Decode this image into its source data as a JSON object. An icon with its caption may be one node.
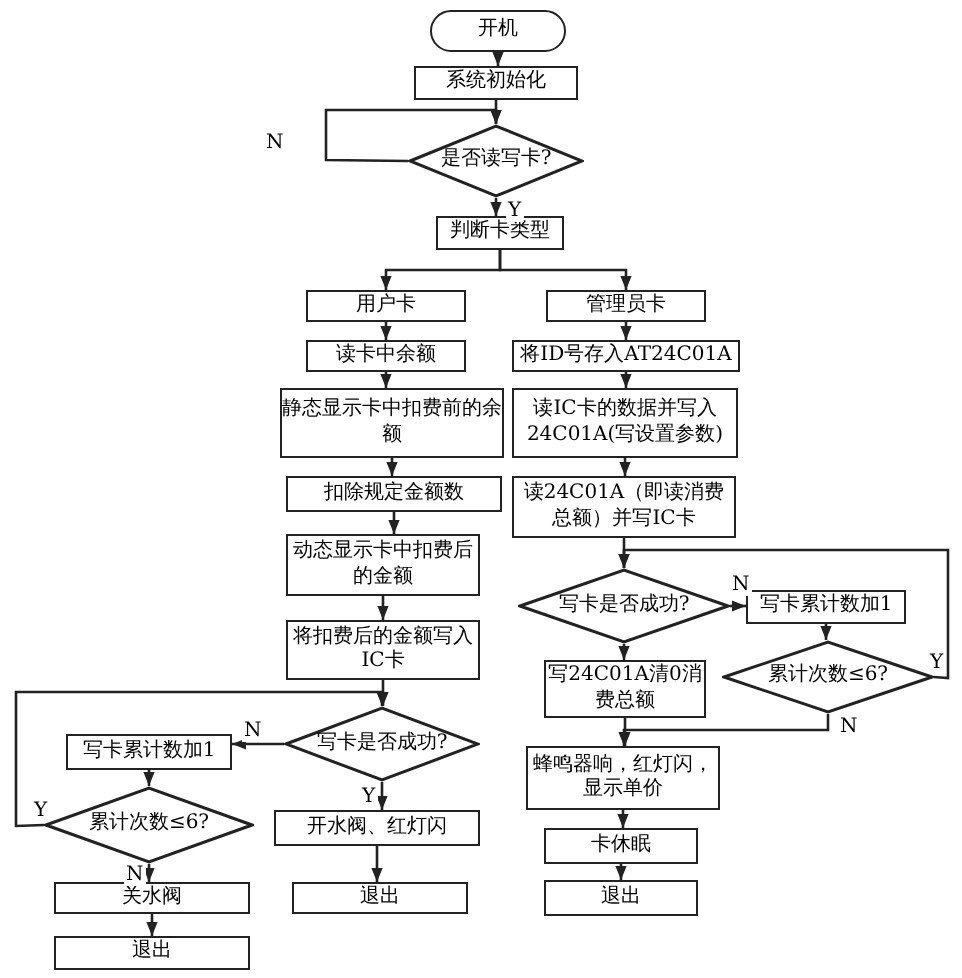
{
  "diagram": {
    "nodes": [
      {
        "text": [
          "开机"
        ]
      },
      {
        "text": [
          "系统初始化"
        ]
      },
      {
        "text": [
          "是否读写卡?"
        ]
      },
      {
        "text": [
          "判断卡类型"
        ]
      },
      {
        "text": [
          "用户卡"
        ]
      },
      {
        "text": [
          "管理员卡"
        ]
      },
      {
        "text": [
          "读卡中余额"
        ]
      },
      {
        "text": [
          "将ID号存入AT24C01A"
        ]
      },
      {
        "text": [
          "静态显示卡中扣费前的余额"
        ]
      },
      {
        "text": [
          "读IC卡的数据并写入24C01A(写设置参数)"
        ]
      },
      {
        "text": [
          "扣除规定金额数"
        ]
      },
      {
        "text": [
          "读24C01A（即读消费总额）并写IC卡"
        ]
      },
      {
        "text": [
          "动态显示卡中扣费后的金额"
        ]
      },
      {
        "text": [
          "写卡是否成功?"
        ]
      },
      {
        "text": [
          "写卡累计数加1"
        ]
      },
      {
        "text": [
          "将扣费后的金额写入IC卡"
        ]
      },
      {
        "text": [
          "写24C01A清0消费总额"
        ]
      },
      {
        "text": [
          "累计次数≤6?"
        ]
      },
      {
        "text": [
          "写卡累计数加1"
        ]
      },
      {
        "text": [
          "写卡是否成功?"
        ]
      },
      {
        "text": [
          "蜂鸣器响，红灯闪，显示单价"
        ]
      },
      {
        "text": [
          "累计次数≤6?"
        ]
      },
      {
        "text": [
          "开水阀、红灯闪"
        ]
      },
      {
        "text": [
          "卡休眠"
        ]
      },
      {
        "text": [
          "关水阀"
        ]
      },
      {
        "text": [
          "退出"
        ]
      },
      {
        "text": [
          "退出"
        ]
      },
      {
        "text": [
          "退出"
        ]
      }
    ],
    "edges": [
      {
        "from": 0,
        "to": 1,
        "arrow": "to"
      },
      {
        "from": 1,
        "to": 2,
        "arrow": "to"
      },
      {
        "from": 2,
        "to": 2,
        "arrow": "to",
        "label": "N"
      },
      {
        "from": 2,
        "to": 3,
        "arrow": "to",
        "label": "Y"
      },
      {
        "from": 3,
        "to": 4,
        "arrow": "to"
      },
      {
        "from": 3,
        "to": 5,
        "arrow": "to"
      },
      {
        "from": 4,
        "to": 6,
        "arrow": "to"
      },
      {
        "from": 6,
        "to": 8,
        "arrow": "to"
      },
      {
        "from": 8,
        "to": 10,
        "arrow": "to"
      },
      {
        "from": 10,
        "to": 12,
        "arrow": "to"
      },
      {
        "from": 12,
        "to": 15,
        "arrow": "to"
      },
      {
        "from": 15,
        "to": 19,
        "arrow": "to"
      },
      {
        "from": 19,
        "to": 18,
        "arrow": "to",
        "label": "N"
      },
      {
        "from": 18,
        "to": 21,
        "arrow": "to"
      },
      {
        "from": 21,
        "to": 19,
        "arrow": "to",
        "label": "Y"
      },
      {
        "from": 21,
        "to": 24,
        "arrow": "to",
        "label": "N"
      },
      {
        "from": 19,
        "to": 22,
        "arrow": "to",
        "label": "Y"
      },
      {
        "from": 22,
        "to": 26,
        "arrow": "to"
      },
      {
        "from": 24,
        "to": 25,
        "arrow": "to"
      },
      {
        "from": 5,
        "to": 7,
        "arrow": "to"
      },
      {
        "from": 7,
        "to": 9,
        "arrow": "to"
      },
      {
        "from": 9,
        "to": 11,
        "arrow": "to"
      },
      {
        "from": 11,
        "to": 13,
        "arrow": "to"
      },
      {
        "from": 13,
        "to": 14,
        "arrow": "to",
        "label": "N"
      },
      {
        "from": 14,
        "to": 17,
        "arrow": "to"
      },
      {
        "from": 17,
        "to": 13,
        "arrow": "to",
        "label": "Y"
      },
      {
        "from": 13,
        "to": 16,
        "arrow": "to"
      },
      {
        "from": 17,
        "to": 20,
        "arrow": "to",
        "label": "N"
      },
      {
        "from": 16,
        "to": 20,
        "arrow": "to"
      },
      {
        "from": 20,
        "to": 23,
        "arrow": "to"
      },
      {
        "from": 23,
        "to": 27,
        "arrow": "to"
      }
    ]
  }
}
